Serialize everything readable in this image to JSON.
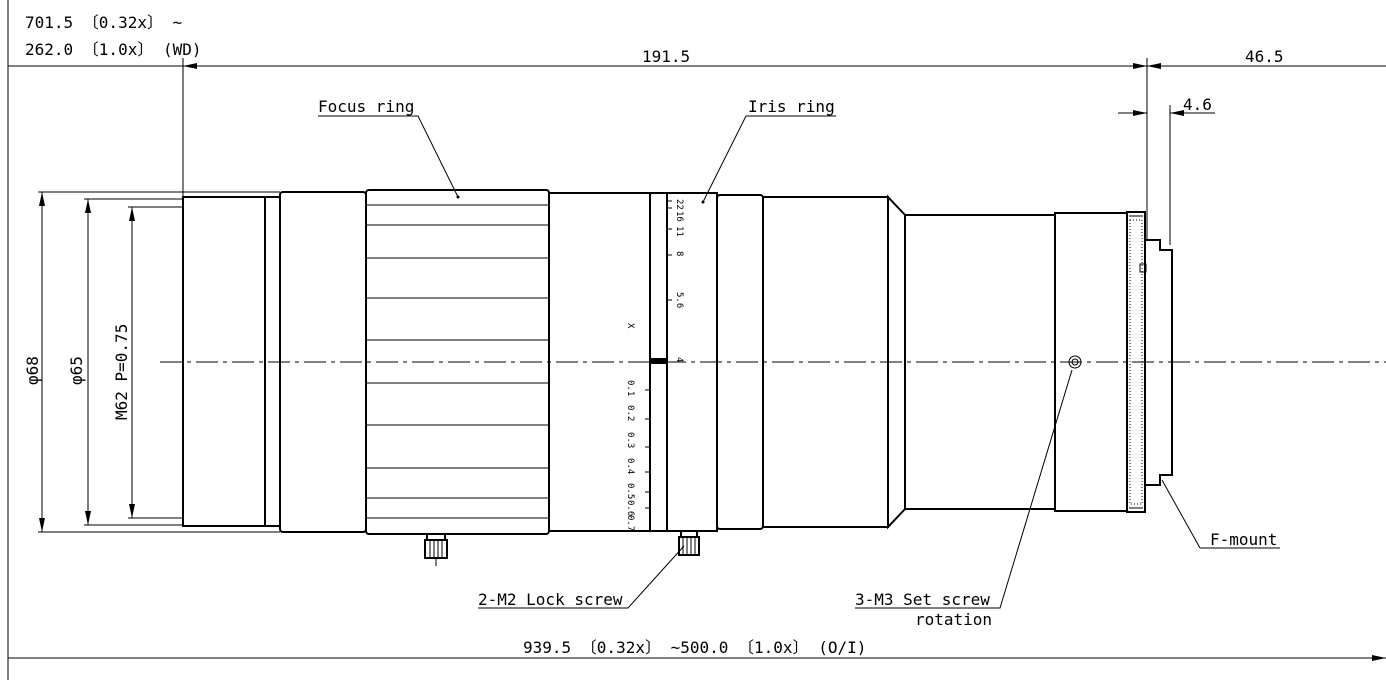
{
  "dimensions": {
    "wd_line1": "701.5 〔0.32x〕 ~",
    "wd_line2": "262.0 〔1.0x〕 (WD)",
    "length": "191.5",
    "mount_length": "46.5",
    "flange": "4.6",
    "dia_68": "φ68",
    "dia_65": "φ65",
    "thread": "M62 P=0.75",
    "oi": "939.5 〔0.32x〕 ~500.0 〔1.0x〕 (O/I)"
  },
  "labels": {
    "focus_ring": "Focus ring",
    "iris_ring": "Iris ring",
    "lock_screw": "2-M2 Lock screw",
    "set_screw_1": "3-M3 Set screw",
    "set_screw_2": "rotation",
    "mount": "F-mount"
  },
  "iris_scale": [
    "22",
    "16",
    "11",
    "8",
    "5.6",
    "4"
  ],
  "mag_scale": [
    "X",
    "0.1",
    "0.2",
    "0.3",
    "0.4",
    "0.5",
    "0.6",
    "0.7"
  ]
}
